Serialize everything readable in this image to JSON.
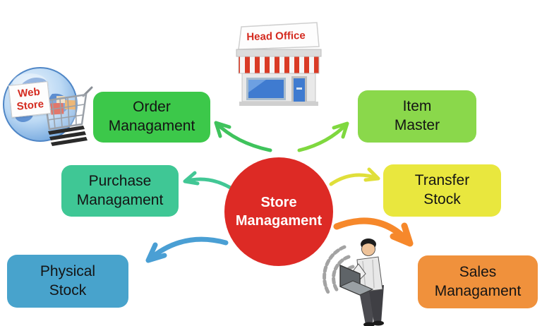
{
  "diagram": {
    "center": {
      "label": "Store\nManagament",
      "bg": "#dd2a25",
      "text_color": "#ffffff"
    },
    "boxes": {
      "order": {
        "label": "Order\nManagament",
        "bg": "#3cc84a"
      },
      "item": {
        "label": "Item\nMaster",
        "bg": "#8ad84b"
      },
      "purchase": {
        "label": "Purchase\nManagament",
        "bg": "#3fc795"
      },
      "transfer": {
        "label": "Transfer\nStock",
        "bg": "#e9e73e"
      },
      "physical": {
        "label": "Physical\nStock",
        "bg": "#48a3cc"
      },
      "sales": {
        "label": "Sales\nManagament",
        "bg": "#f0913c"
      }
    },
    "arrows": {
      "order": {
        "color": "#3fc35c"
      },
      "item": {
        "color": "#7fd83f"
      },
      "purchase": {
        "color": "#42c795"
      },
      "transfer": {
        "color": "#e0df3a"
      },
      "physical": {
        "color": "#4a9fd4"
      },
      "sales": {
        "color": "#f6882b"
      }
    },
    "icons": {
      "head_office": {
        "label": "Head Office",
        "label_color": "#d42b20"
      },
      "web_store": {
        "label": "Web\nStore",
        "label_color": "#d42b20"
      },
      "person": {
        "name": "person-with-laptop"
      },
      "wifi": {
        "name": "wifi-signal"
      }
    }
  }
}
